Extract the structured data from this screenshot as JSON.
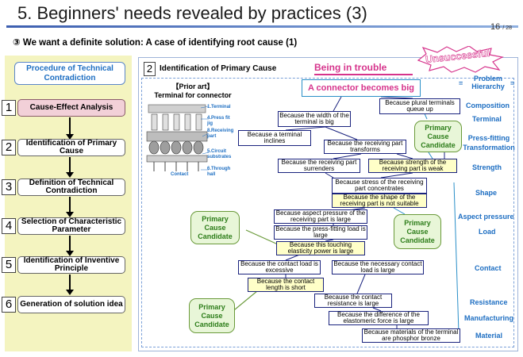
{
  "header": {
    "title": "5. Beginners' needs revealed by practices  (3)",
    "subtitle": "③ We want a definite solution:  A case of identifying root cause (1)",
    "page_current": "16",
    "page_total": "/ 28"
  },
  "procedure": {
    "title": "Procedure of Technical Contradiction",
    "steps": [
      {
        "num": "1",
        "label": "Cause-Effect  Analysis"
      },
      {
        "num": "2",
        "label": "Identification of Primary Cause"
      },
      {
        "num": "3",
        "label": "Definition of Technical Contradiction"
      },
      {
        "num": "4",
        "label": "Selection of Characteristic Parameter"
      },
      {
        "num": "5",
        "label": "Identification of Inventive Principle"
      },
      {
        "num": "6",
        "label": "Generation  of solution idea"
      }
    ]
  },
  "panel": {
    "num": "2",
    "title": "Identification of Primary Cause",
    "trouble": "Being in trouble",
    "unsuccessful": "Unsuccessful",
    "prior_art_1": "【Prior art】",
    "prior_art_2": "Terminal for connector",
    "connector_problem": "A connector becomes big",
    "terminal_labels": {
      "t1": "1.Terminal",
      "t4": "4.Press fit jig",
      "t8": "8.Receiving part",
      "t5": "5.Circuit substrates",
      "t6": "6.Through hall",
      "contact": "Contact"
    }
  },
  "hierarchy": {
    "title": "Problem Hierarchy",
    "items": [
      "Composition",
      "Terminal",
      "Press-fitting Transformation",
      "Strength",
      "Shape",
      "Aspect pressure",
      "Load",
      "Contact",
      "Resistance",
      "Manufacturing",
      "Material"
    ]
  },
  "causes": {
    "plural": "Because plural terminals queue up",
    "width": "Because the width of the terminal is big",
    "inclines": "Because a terminal inclines",
    "transforms": "Because the receiving part transforms",
    "surrenders": "Because the receiving part surrenders",
    "strength": "Because strength of the receiving part is weak",
    "stress": "Because stress of the receiving part concentrates",
    "shape": "Because the shape of the receiving part is not suitable",
    "aspect": "Because aspect pressure of the receiving part is large",
    "pressfit": "Because the press-fitting load is large",
    "touching": "Because this touching elasticity power is large",
    "excessive": "Because the contact load is excessive",
    "necessary": "Because the necessary contact load is large",
    "length": "Because the contact length is short",
    "resistance": "Because the contact resistance is large",
    "difference": "Because the difference of the elastomeric force is large",
    "material": "Because materials of the terminal are phosphor bronze"
  },
  "candidates": {
    "label": "Primary Cause Candidate"
  }
}
